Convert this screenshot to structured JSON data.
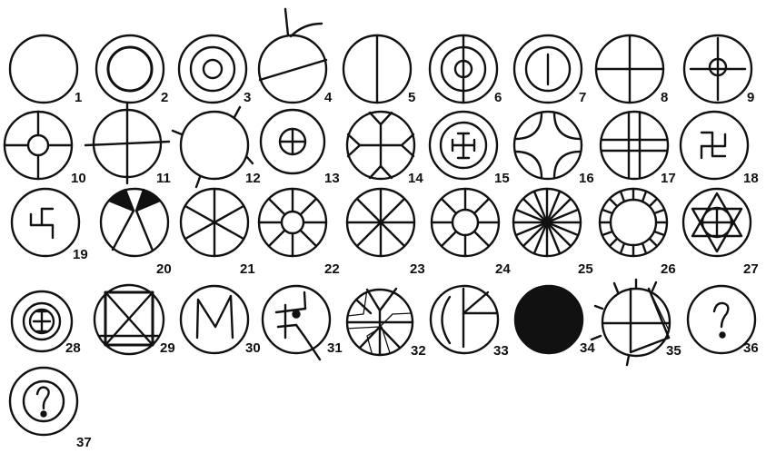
{
  "labels": [
    "1",
    "2",
    "3",
    "4",
    "5",
    "6",
    "7",
    "8",
    "9",
    "10",
    "11",
    "12",
    "13",
    "14",
    "15",
    "16",
    "17",
    "18",
    "19",
    "20",
    "21",
    "22",
    "23",
    "24",
    "25",
    "26",
    "27",
    "28",
    "29",
    "30",
    "31",
    "32",
    "33",
    "34",
    "35",
    "36",
    "37"
  ],
  "colors": {
    "ink": "#111111",
    "paper": "#ffffff"
  }
}
